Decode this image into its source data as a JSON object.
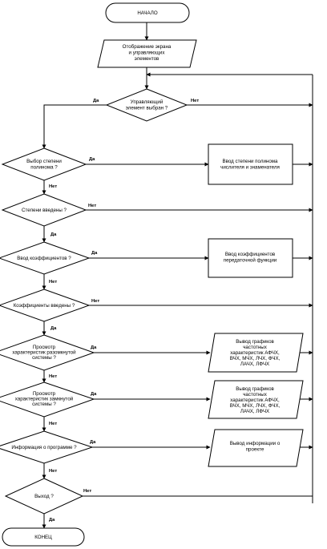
{
  "start": "НАЧАЛО",
  "end": "КОНЕЦ",
  "io_display": [
    "Отображение экрана",
    "и управляющих",
    "элементов"
  ],
  "d_control": [
    "Управляющий",
    "элемент выбран ?"
  ],
  "d_choose_deg": [
    "Выбор степени",
    "полинома ?"
  ],
  "p_enter_deg": [
    "Ввод степени полинома",
    "числителя и знаменателя"
  ],
  "d_deg_entered": [
    "Степени введены ?"
  ],
  "d_enter_coef": [
    "Ввод коэффициентов ?"
  ],
  "p_enter_coef": [
    "Ввод коэффициентов",
    "передаточной функции"
  ],
  "d_coef_entered": [
    "Коэффициенты введены ?"
  ],
  "d_view_open": [
    "Просмотр",
    "характеристик разомкнутой",
    "системы ?"
  ],
  "io_out_open": [
    "Вывод графиков",
    "частотных",
    "характеристик АФЧХ,",
    "ВЧХ, МЧХ, ЛЧХ, ФЧХ,",
    "ЛАЧХ, ЛФЧХ"
  ],
  "d_view_closed": [
    "Просмотр",
    "характеристик замкнутой",
    "системы ?"
  ],
  "io_out_closed": [
    "Вывод графиков",
    "частотных",
    "характеристик АФЧХ,",
    "ВЧХ, МЧХ, ЛЧХ, ФЧХ,",
    "ЛАЧХ, ЛФЧХ"
  ],
  "d_info": [
    "Информация о программе ?"
  ],
  "io_info": [
    "Вывод информации о",
    "проекте"
  ],
  "d_exit": [
    "Выход ?"
  ],
  "yes": "Да",
  "no": "Нет"
}
